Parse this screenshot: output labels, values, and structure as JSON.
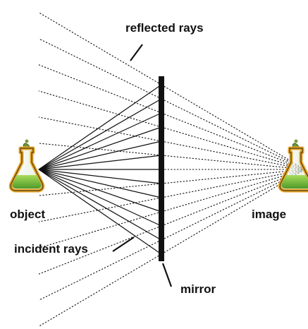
{
  "labels": {
    "reflected_rays": "reflected rays",
    "object": "object",
    "image": "image",
    "incident_rays": "incident rays",
    "mirror": "mirror"
  },
  "icons": {
    "object": "flask-icon",
    "image": "flask-icon"
  },
  "colors": {
    "ray": "#111111",
    "mirror": "#111111",
    "flask_outline": "#e8a52a",
    "flask_liquid": "#7cc242",
    "flask_stopper": "#7a9a3a"
  }
}
